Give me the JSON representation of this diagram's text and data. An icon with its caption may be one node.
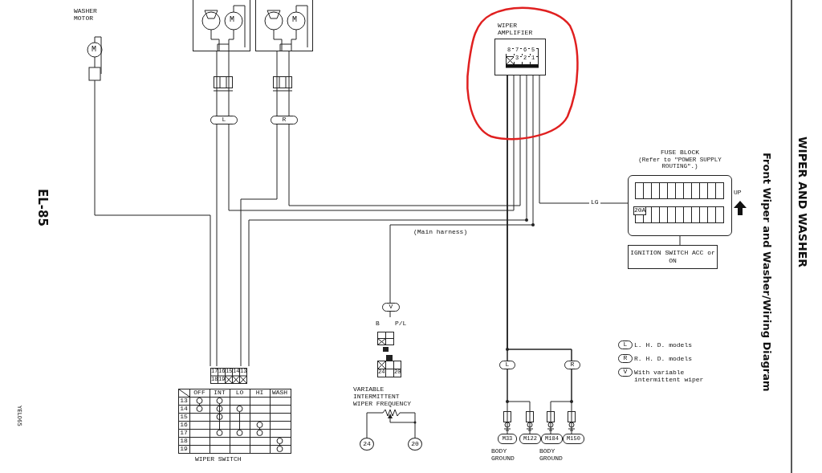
{
  "diagram": {
    "title": "WIPER AND WASHER",
    "caption": "Front Wiper and Washer/Wiring Diagram",
    "nodes": [
      {
        "text": [
          "WASHER MOTOR"
        ]
      },
      {
        "text": [],
        "shape": "box"
      },
      {
        "text": [],
        "shape": "box"
      },
      {
        "text": [
          "WIPER AMPLIFIER"
        ]
      },
      {
        "text": [
          "FUSE BLOCK",
          "(Refer to \"POWER SUPPLY ROUTING\".)"
        ],
        "beside": [
          "UP"
        ]
      },
      {
        "text": [
          "IGNITION SWITCH ACC or ON"
        ]
      },
      {
        "text": [
          "WIPER SWITCH"
        ]
      },
      {
        "text": [
          "VARIABLE INTERMITTENT WIPER FREQUENCY"
        ]
      },
      {
        "text": [
          "24"
        ]
      },
      {
        "text": [
          "20"
        ]
      },
      {
        "text": [
          "M33"
        ]
      },
      {
        "text": [
          "M122"
        ]
      },
      {
        "text": [
          "M184"
        ]
      },
      {
        "text": [
          "M150"
        ]
      }
    ],
    "edges": [
      {
        "from": 0,
        "to": 6,
        "arrow": "none"
      },
      {
        "from": 1,
        "to": 6,
        "arrow": "none"
      },
      {
        "from": 1,
        "to": 3,
        "arrow": "none"
      },
      {
        "from": 2,
        "to": 6,
        "arrow": "none"
      },
      {
        "from": 2,
        "to": 3,
        "arrow": "none"
      },
      {
        "from": 6,
        "to": 3,
        "arrow": "none"
      },
      {
        "from": 7,
        "to": 3,
        "arrow": "none"
      },
      {
        "from": 4,
        "to": 3,
        "arrow": "none",
        "label": "LG"
      },
      {
        "from": 4,
        "to": 5,
        "arrow": "none"
      },
      {
        "from": 3,
        "to": 10,
        "arrow": "none"
      },
      {
        "from": 3,
        "to": 11,
        "arrow": "none"
      },
      {
        "from": 3,
        "to": 12,
        "arrow": "none"
      },
      {
        "from": 3,
        "to": 13,
        "arrow": "none"
      },
      {
        "from": 7,
        "to": 8,
        "arrow": "none"
      },
      {
        "from": 7,
        "to": 9,
        "arrow": "none"
      }
    ],
    "labels": [
      "M",
      "M",
      "M",
      "8",
      "7",
      "6",
      "5",
      "3",
      "2",
      "1",
      "L",
      "R",
      "20A",
      "(Main harness)",
      "EL-85",
      "V",
      "B",
      "P/L",
      "17",
      "16",
      "15",
      "14",
      "13",
      "24",
      "20",
      "18",
      "19",
      "OFF",
      "INT",
      "LO",
      "HI",
      "WASH",
      "13",
      "14",
      "15",
      "16",
      "17",
      "18",
      "19",
      "L",
      "R",
      "BODY GROUND",
      "BODY GROUND",
      "L",
      "L. H. D. models",
      "R",
      "R. H. D. models",
      "V",
      "With variable intermittent wiper",
      "YEL065"
    ]
  }
}
